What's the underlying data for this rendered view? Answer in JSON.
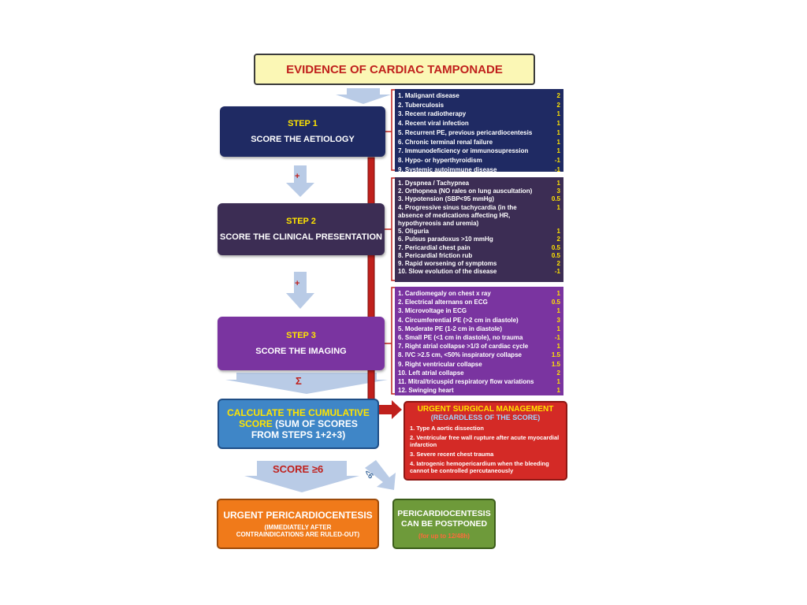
{
  "title": "EVIDENCE OF CARDIAC TAMPONADE",
  "step1": {
    "step": "STEP 1",
    "desc": "SCORE THE AETIOLOGY"
  },
  "step2": {
    "step": "STEP 2",
    "desc": "SCORE THE CLINICAL PRESENTATION"
  },
  "step3": {
    "step": "STEP 3",
    "desc": "SCORE THE IMAGING"
  },
  "aetiology": [
    {
      "t": "1. Malignant disease",
      "v": "2"
    },
    {
      "t": "2. Tuberculosis",
      "v": "2"
    },
    {
      "t": "3. Recent radiotherapy",
      "v": "1"
    },
    {
      "t": "4. Recent viral infection",
      "v": "1"
    },
    {
      "t": "5. Recurrent PE, previous pericardiocentesis",
      "v": "1"
    },
    {
      "t": "6. Chronic terminal renal failure",
      "v": "1"
    },
    {
      "t": "7. Immunodeficiency or immunosupression",
      "v": "1"
    },
    {
      "t": "8. Hypo- or hyperthyroidism",
      "v": "-1"
    },
    {
      "t": "9. Systemic autoimmune disease",
      "v": "-1"
    }
  ],
  "clinical": [
    {
      "t": "1. Dyspnea / Tachypnea",
      "v": "1"
    },
    {
      "t": "2. Orthopnea (NO rales on lung auscultation)",
      "v": "3"
    },
    {
      "t": "3. Hypotension (SBP<95 mmHg)",
      "v": "0.5"
    },
    {
      "t": "4. Progressive sinus tachycardia (in the",
      "v": "1"
    },
    {
      "t": "   absence of medications affecting HR,",
      "v": ""
    },
    {
      "t": "   hypothyreosis and uremia)",
      "v": ""
    },
    {
      "t": "5. Oliguria",
      "v": "1"
    },
    {
      "t": "6. Pulsus paradoxus >10 mmHg",
      "v": "2"
    },
    {
      "t": "7. Pericardial chest pain",
      "v": "0.5"
    },
    {
      "t": "8. Pericardial friction rub",
      "v": "0.5"
    },
    {
      "t": "9. Rapid worsening of symptoms",
      "v": "2"
    },
    {
      "t": "10. Slow evolution of the disease",
      "v": "-1"
    }
  ],
  "imaging": [
    {
      "t": "1. Cardiomegaly on chest x ray",
      "v": "1"
    },
    {
      "t": "2. Electrical alternans on ECG",
      "v": "0.5"
    },
    {
      "t": "3. Microvoltage in ECG",
      "v": "1"
    },
    {
      "t": "4. Circumferential PE (>2 cm in diastole)",
      "v": "3"
    },
    {
      "t": "5. Moderate PE (1-2 cm in diastole)",
      "v": "1"
    },
    {
      "t": "6. Small PE (<1 cm in diastole), no trauma",
      "v": "-1"
    },
    {
      "t": "7. Right atrial collapse >1/3 of cardiac cycle",
      "v": "1"
    },
    {
      "t": "8. IVC >2.5 cm, <50% inspiratory collapse",
      "v": "1.5"
    },
    {
      "t": "9. Right ventricular collapse",
      "v": "1.5"
    },
    {
      "t": "10. Left atrial collapse",
      "v": "2"
    },
    {
      "t": "11. Mitral/tricuspid respiratory flow variations",
      "v": "1"
    },
    {
      "t": "12. Swinging heart",
      "v": "1"
    }
  ],
  "plus1": "+",
  "plus2": "+",
  "sigma": "Σ",
  "calc": {
    "a": "CALCULATE THE CUMULATIVE",
    "b": "SCORE",
    "c": "(SUM OF SCORES",
    "d": "FROM STEPS 1+2+3)"
  },
  "urgent": {
    "head": "URGENT SURGICAL MANAGEMENT",
    "sub": "(REGARDLESS OF THE SCORE)",
    "items": [
      "1. Type A aortic dissection",
      "2. Ventricular free wall rupture after acute myocardial infarction",
      "3. Severe recent chest trauma",
      "4. Iatrogenic hemopericardium when the bleeding cannot be controlled percutaneously"
    ]
  },
  "score6": "SCORE ≥6",
  "lt6": "<6",
  "peri_urgent": {
    "a": "URGENT PERICARDIOCENTESIS",
    "b1": "(IMMEDIATELY AFTER",
    "b2": "CONTRAINDICATIONS ARE RULED-OUT)"
  },
  "peri_postponed": {
    "a1": "PERICARDIOCENTESIS",
    "a2": "CAN BE POSTPONED",
    "b": "(for up to 12/48h)"
  },
  "colors": {
    "navy": "#1f2a63",
    "plum": "#3c2d54",
    "purple": "#7a34a0",
    "red": "#c0201c",
    "blue": "#3f86c7",
    "orange": "#f07a1a",
    "green": "#6e9a3a",
    "arrow": "#b9cbe6"
  }
}
